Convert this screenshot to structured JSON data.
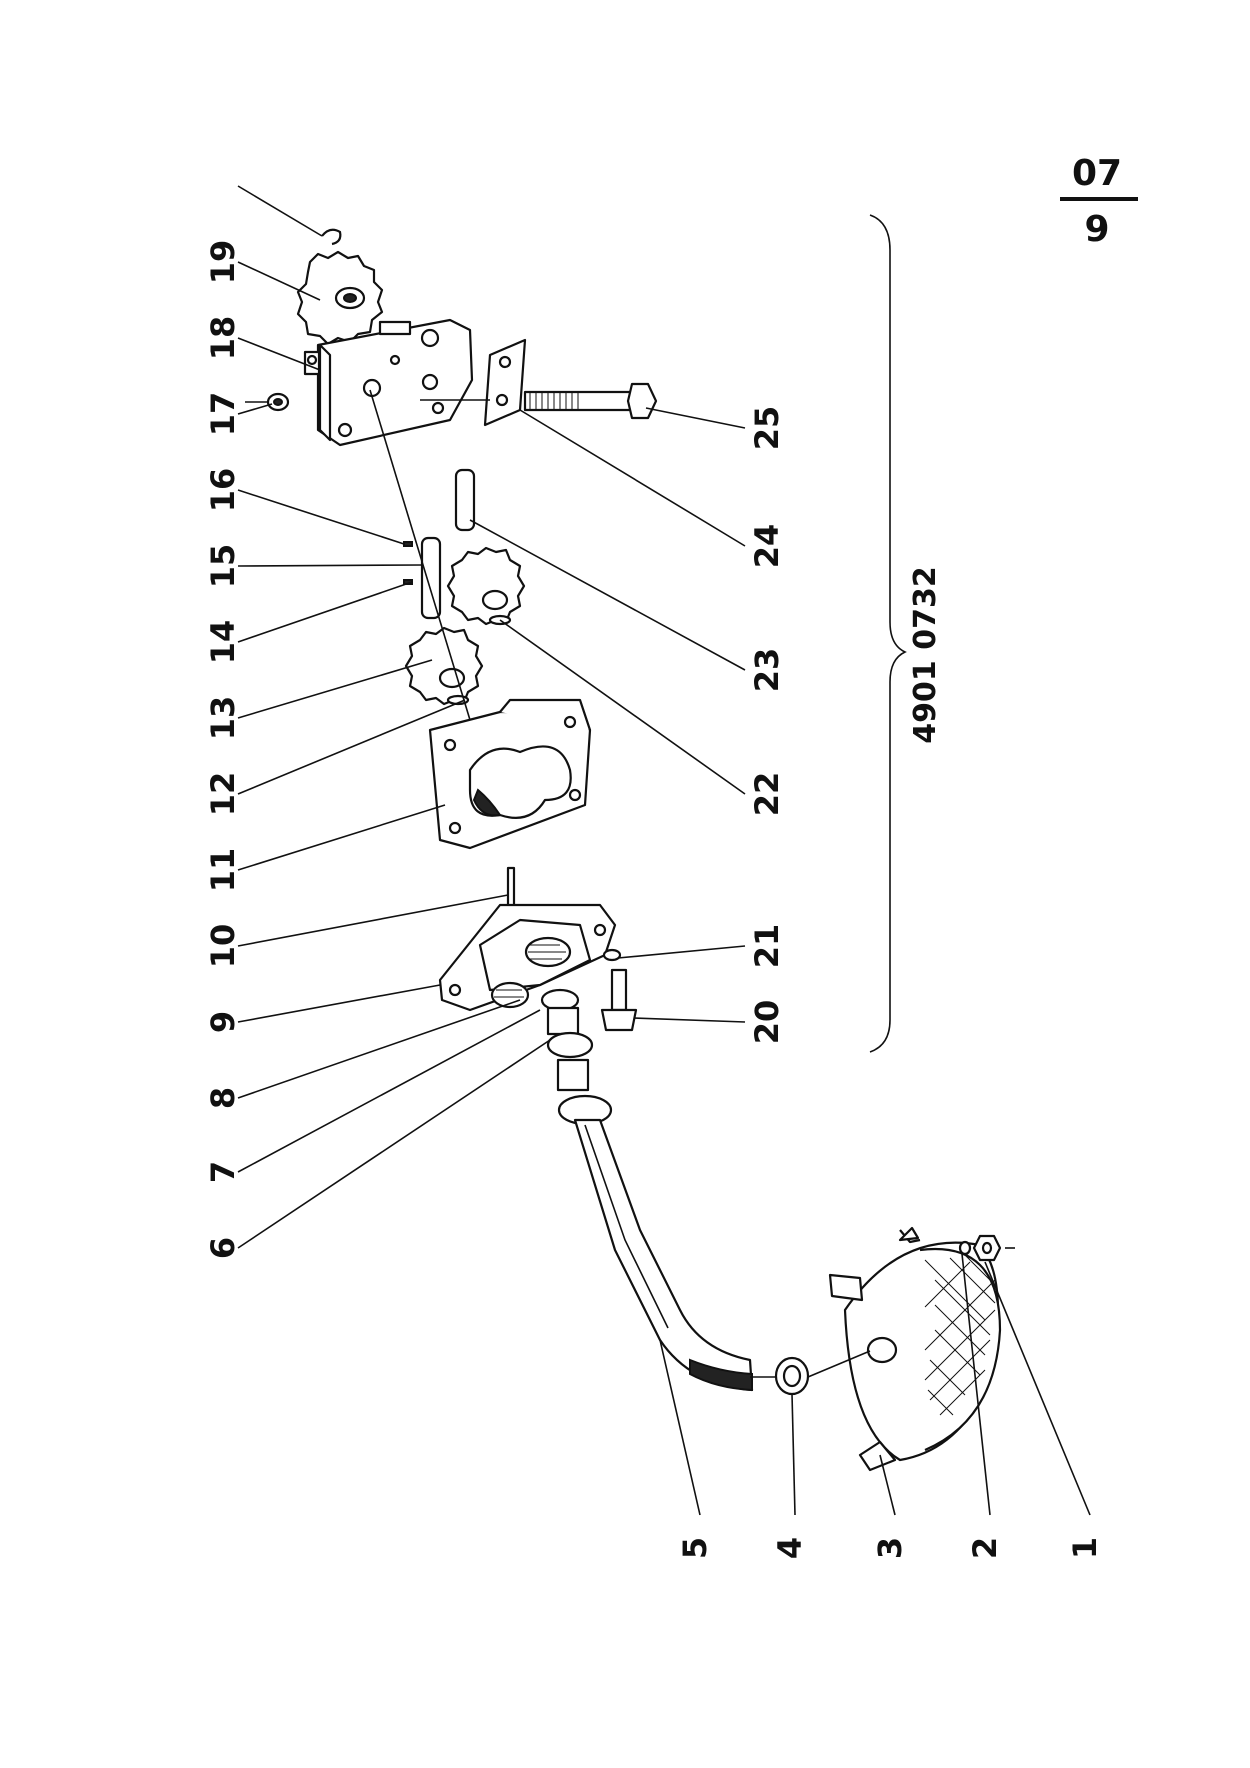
{
  "page_number": {
    "top": "07",
    "bottom": "9"
  },
  "assembly_reference": "4901  0732",
  "callouts": [
    "1",
    "2",
    "3",
    "4",
    "5",
    "6",
    "7",
    "8",
    "9",
    "10",
    "11",
    "12",
    "13",
    "14",
    "15",
    "16",
    "17",
    "18",
    "19",
    "20",
    "21",
    "22",
    "23",
    "24",
    "25"
  ]
}
